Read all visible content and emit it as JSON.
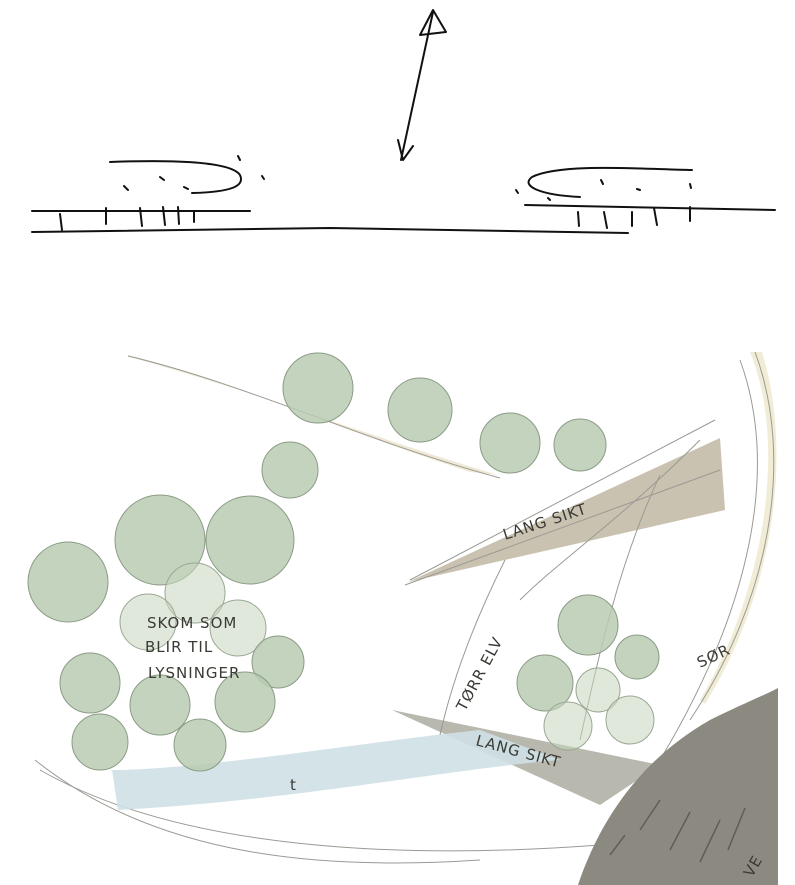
{
  "labels": {
    "forest_note_1": "SKOM SOM",
    "forest_note_2": "BLIR TIL",
    "forest_note_3": "LYSNINGER",
    "long_view_top": "LANG SIKT",
    "dry_river": "TØRR ELV",
    "south": "SØR",
    "long_view_bottom": "LANG SIKT",
    "water_mark": "t",
    "rock_text": "VE"
  },
  "colors": {
    "trees": "#b9cbb1",
    "water": "#cfe0e6",
    "sight_wedge": "#b8ad96",
    "rock": "#8c8a80",
    "path": "#ece6cf"
  }
}
